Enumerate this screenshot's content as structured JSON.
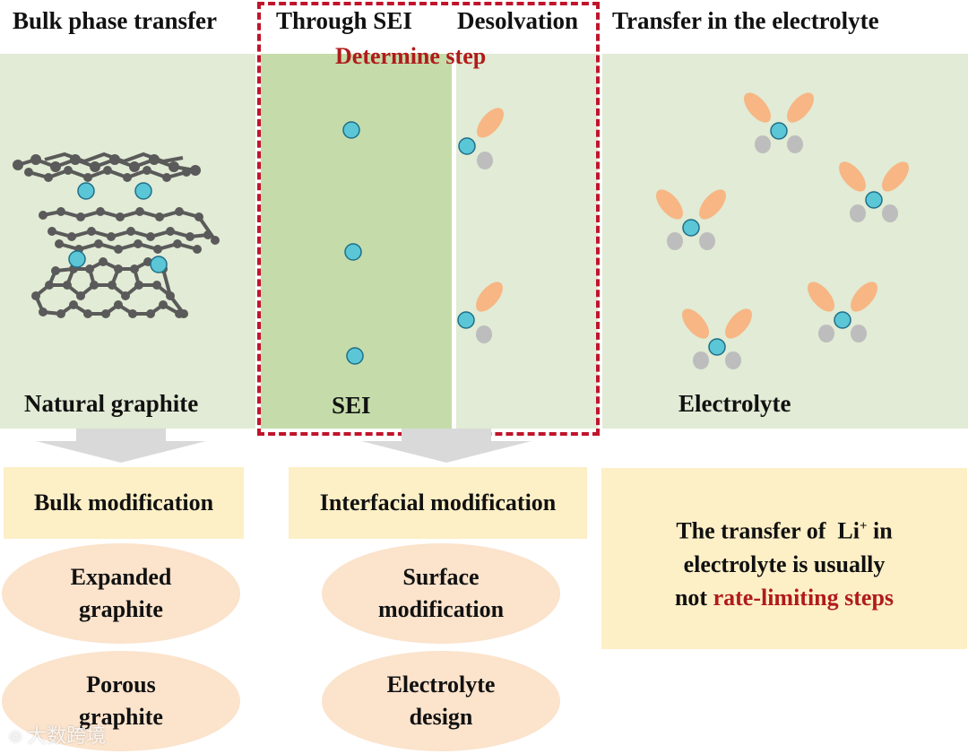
{
  "headers": {
    "bulk": "Bulk phase transfer",
    "sei": "Through SEI",
    "desolvation": "Desolvation",
    "electrolyte": "Transfer in the electrolyte"
  },
  "determine_step": "Determine step",
  "labels": {
    "graphite": "Natural graphite",
    "sei": "SEI",
    "electrolyte": "Electrolyte"
  },
  "boxes": {
    "bulk_mod": "Bulk modification",
    "interfacial_mod": "Interfacial modification"
  },
  "ovals": {
    "expanded_1": "Expanded",
    "expanded_2": "graphite",
    "porous_1": "Porous",
    "porous_2": "graphite",
    "surface_1": "Surface",
    "surface_2": "modification",
    "electrolyte_1": "Electrolyte",
    "electrolyte_2": "design"
  },
  "note": {
    "line1_prefix": "The transfer of",
    "li": "Li",
    "sup": "+",
    "line1_suffix": "in",
    "line2": "electrolyte is usually",
    "line3_prefix": "not",
    "line3_highlight": "rate-limiting steps"
  },
  "watermark": "大数跨境",
  "colors": {
    "panel_light": "#e1ebd5",
    "panel_sei": "#c5dcaa",
    "dashed_border": "#c0142c",
    "ion": "#5bc6d6",
    "solvent_orange": "#f7b684",
    "solvent_gray": "#bdbdbd",
    "carbon": "#5a5a5a",
    "box_fill": "#fdefc6",
    "oval_fill": "#fbe3cc",
    "highlight_text": "#b01b1b"
  }
}
